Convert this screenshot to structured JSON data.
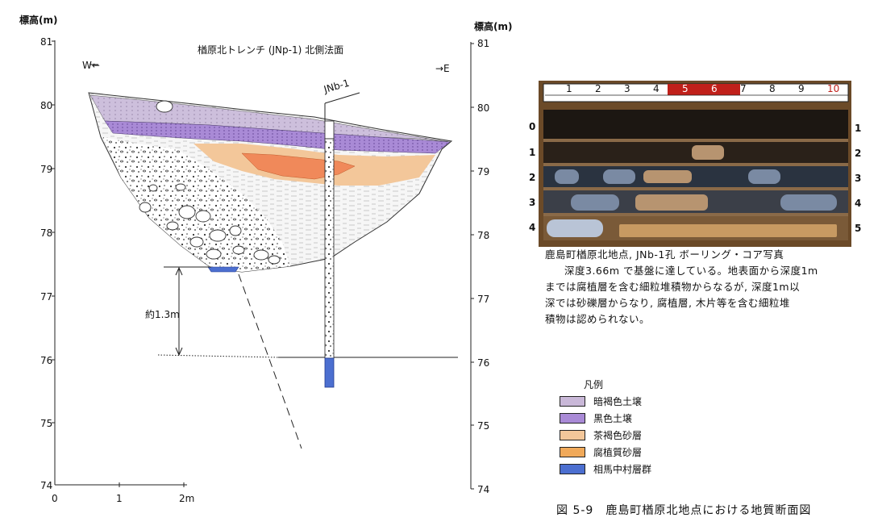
{
  "left_axis": {
    "title": "標高(m)",
    "ticks": [
      "81",
      "80",
      "79",
      "78",
      "77",
      "76",
      "75",
      "74"
    ]
  },
  "right_axis": {
    "title": "標高(m)",
    "ticks": [
      "81",
      "80",
      "79",
      "78",
      "77",
      "76",
      "75",
      "74"
    ]
  },
  "x_axis": {
    "ticks": [
      "0",
      "1",
      "2m"
    ]
  },
  "section": {
    "title": "楢原北トレンチ (JNp-1) 北側法面",
    "west_label": "W←",
    "east_label": "→E",
    "boring_label": "JNb-1",
    "depth_label": "約1.3m"
  },
  "core_photo": {
    "scale_digits": [
      "1",
      "2",
      "3",
      "4",
      "5",
      "6",
      "7",
      "8",
      "9",
      "10"
    ],
    "left_depths": [
      "0",
      "1",
      "2",
      "3",
      "4"
    ],
    "right_depths": [
      "1",
      "2",
      "3",
      "4",
      "5"
    ]
  },
  "caption": {
    "line1": "鹿島町楢原北地点, JNb-1孔 ボーリング・コア写真",
    "line2": "深度3.66m で基盤に達している。地表面から深度1m",
    "line3": "までは腐植層を含む細粒堆積物からなるが, 深度1m以",
    "line4": "深では砂礫層からなり, 腐植層, 木片等を含む細粒堆",
    "line5": "積物は認められない。"
  },
  "legend": {
    "title": "凡例",
    "items": [
      {
        "label": "暗褐色土壌",
        "color": "#c9b8d8"
      },
      {
        "label": "黒色土壌",
        "color": "#a98ad6"
      },
      {
        "label": "茶褐色砂層",
        "color": "#f3c79a"
      },
      {
        "label": "腐植質砂層",
        "color": "#f0a95a"
      },
      {
        "label": "相馬中村層群",
        "color": "#4c6fd0"
      }
    ]
  },
  "figure_caption": "図 5-9　鹿島町楢原北地点における地質断面図"
}
